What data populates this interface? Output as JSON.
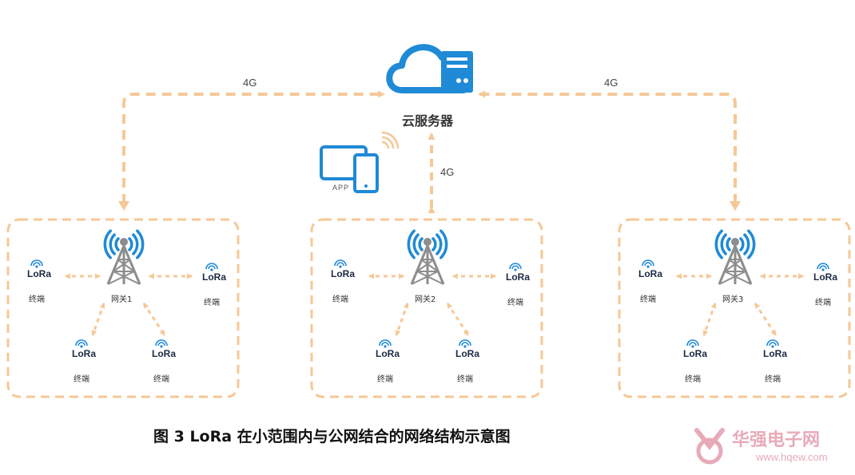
{
  "cloud_server": {
    "label": "云服务器"
  },
  "links": {
    "left": "4G",
    "right": "4G",
    "center": "4G"
  },
  "app": {
    "label": "APP"
  },
  "lora_logo": "LoRa",
  "terminal_label": "终端",
  "gateways": [
    {
      "label": "网关1"
    },
    {
      "label": "网关2"
    },
    {
      "label": "网关3"
    }
  ],
  "caption": "图 3 LoRa 在小范围内与公网结合的网络结构示意图",
  "watermark": {
    "name": "华强电子网",
    "url": "www.hqew.com"
  },
  "colors": {
    "accent_blue": "#1f8ad6",
    "dash_orange": "#f5c896",
    "tower_gray": "#8d8d8d",
    "watermark_pink": "#e8aab7"
  }
}
